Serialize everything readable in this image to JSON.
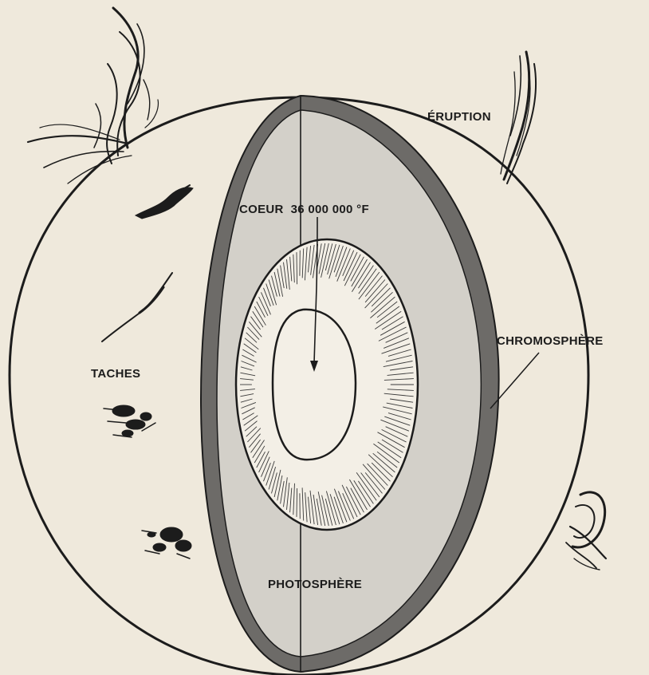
{
  "diagram": {
    "labels": {
      "eruption": "ÉRUPTION",
      "core": "COEUR  36 000 000 °F",
      "chromosphere": "CHROMOSPHÈRE",
      "spots": "TACHES",
      "photosphere": "PHOTOSPHÈRE"
    },
    "colors": {
      "paper": "#efe9dc",
      "ink": "#1c1c1c",
      "inner_shade": "#d3d0c9",
      "chromosphere_shell": "#6d6b68"
    }
  }
}
